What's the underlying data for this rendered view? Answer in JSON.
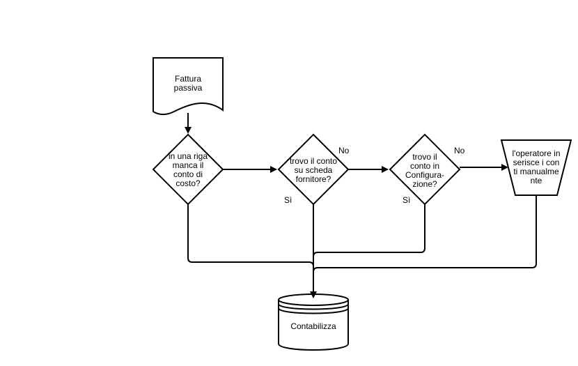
{
  "nodes": {
    "fattura_passiva": "Fattura passiva",
    "decision_manca_conto": "in una riga manca il conto di costo?",
    "decision_scheda_fornitore": "trovo il conto su scheda fornitore?",
    "decision_configurazione": "trovo il conto in Configura-zione?",
    "operatore_manuale": "l'operatore inserisce i conti manualmente",
    "contabilizza": "Contabilizza"
  },
  "edge_labels": {
    "no_1": "No",
    "si_1": "Sì",
    "no_2": "No",
    "si_2": "Sì"
  }
}
